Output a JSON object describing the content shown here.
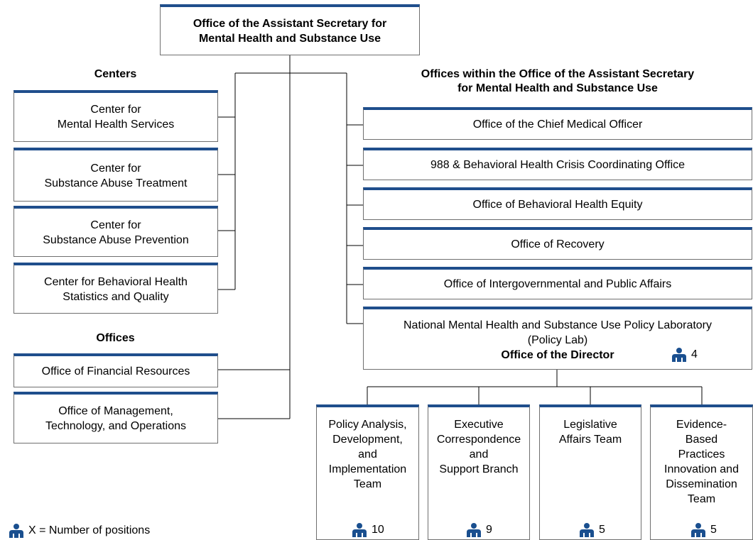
{
  "top": {
    "title": "Office of the Assistant Secretary for\nMental Health and Substance Use"
  },
  "centers_heading": "Centers",
  "centers": [
    "Center for\nMental Health Services",
    "Center for\nSubstance Abuse Treatment",
    "Center for\nSubstance Abuse Prevention",
    "Center for Behavioral Health\nStatistics and Quality"
  ],
  "offices_heading": "Offices",
  "offices": [
    "Office of Financial Resources",
    "Office of Management,\nTechnology, and Operations"
  ],
  "osec_heading": "Offices within the Office of the Assistant Secretary\nfor Mental Health and Substance Use",
  "osec_offices": [
    "Office of the Chief Medical Officer",
    "988 & Behavioral Health Crisis Coordinating Office",
    "Office of Behavioral Health Equity",
    "Office of Recovery",
    "Office of Intergovernmental and Public Affairs"
  ],
  "policy_lab": {
    "name": "National Mental Health and Substance Use Policy Laboratory\n(Policy Lab)",
    "director": "Office of the Director",
    "positions": "4"
  },
  "teams": [
    {
      "name": "Policy Analysis,\nDevelopment,\nand\nImplementation\nTeam",
      "positions": "10"
    },
    {
      "name": "Executive\nCorrespondence\nand\nSupport Branch",
      "positions": "9"
    },
    {
      "name": "Legislative\nAffairs Team",
      "positions": "5"
    },
    {
      "name": "Evidence-\nBased\nPractices\nInnovation and\nDissemination\nTeam",
      "positions": "5"
    }
  ],
  "legend": {
    "text": "X = Number of positions"
  },
  "colors": {
    "accent": "#1f4e8c",
    "icon": "#1a4f8f",
    "line": "#000000"
  }
}
